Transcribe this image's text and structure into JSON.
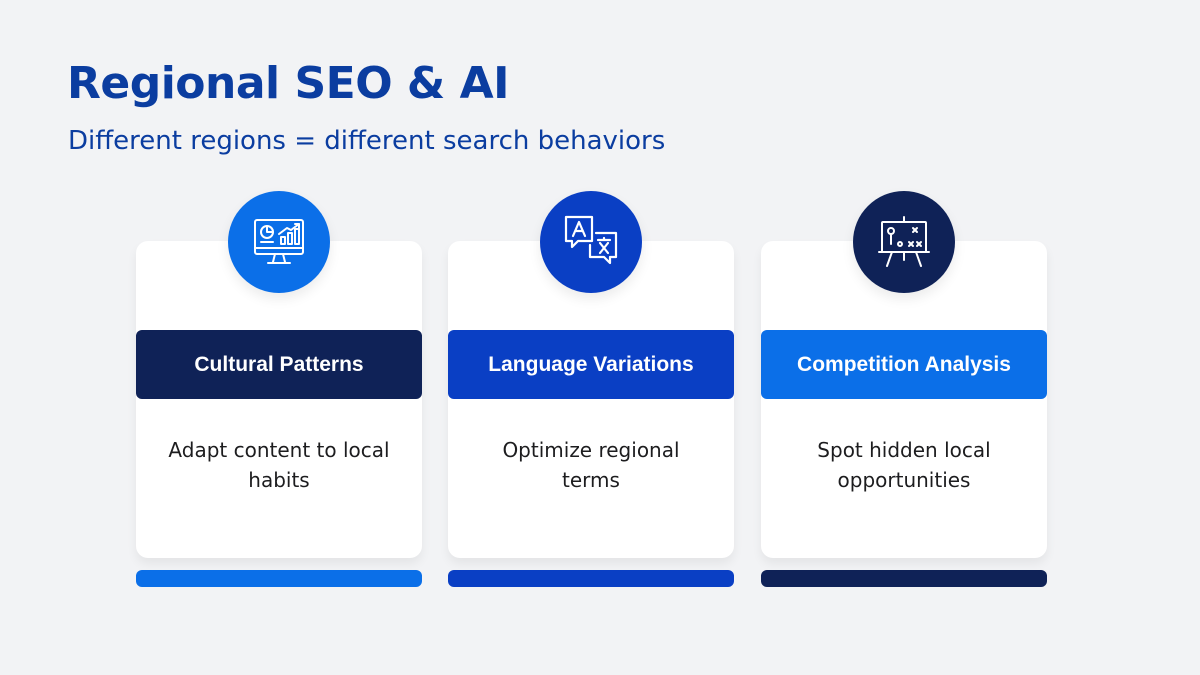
{
  "title": "Regional SEO & AI",
  "subtitle": "Different regions = different search behaviors",
  "colors": {
    "background": "#f2f3f5",
    "title": "#0b3da0",
    "navy": "#0f2257",
    "royal": "#0a3fc4",
    "bright": "#0b6fe8"
  },
  "cards": [
    {
      "icon": "analytics-monitor-icon",
      "heading": "Cultural Patterns",
      "description": "Adapt content to local habits",
      "icon_color": "#0b6fe8",
      "header_color": "#0f2257",
      "bar_color": "#0b6fe8"
    },
    {
      "icon": "translate-icon",
      "heading": "Language Variations",
      "description": "Optimize regional terms",
      "icon_color": "#0a3fc4",
      "header_color": "#0a3fc4",
      "bar_color": "#0a3fc4"
    },
    {
      "icon": "strategy-board-icon",
      "heading": "Competition Analysis",
      "description": "Spot hidden local opportunities",
      "icon_color": "#0f2257",
      "header_color": "#0b6fe8",
      "bar_color": "#0f2257"
    }
  ]
}
